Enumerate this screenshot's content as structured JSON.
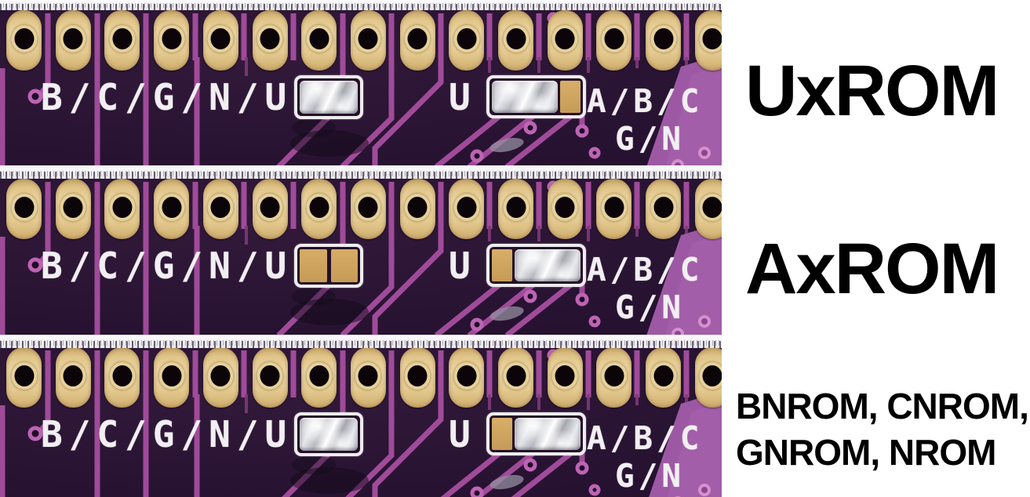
{
  "silkscreen": {
    "left_label": "B/C/G/N/U",
    "u_label": "U",
    "right_label_line1": "A/B/C",
    "right_label_line2": "G/N"
  },
  "rows": [
    {
      "id": "uxrom",
      "label_line1": "UxROM",
      "label_line2": "",
      "jumper1_state": "bridged",
      "jumper2_state": "left"
    },
    {
      "id": "axrom",
      "label_line1": "AxROM",
      "label_line2": "",
      "jumper1_state": "open",
      "jumper2_state": "right"
    },
    {
      "id": "nrom-group",
      "label_line1": "BNROM, CNROM,",
      "label_line2": "GNROM, NROM",
      "jumper1_state": "bridged",
      "jumper2_state": "right"
    }
  ],
  "colors": {
    "background": "#ffffff",
    "label_text": "#000000",
    "soldermask_dark": "#271231",
    "copper_zone_purple": "#9d58a4",
    "trace_magenta": "#a04b99",
    "pad_gold": "#e4ca90",
    "jumper_pad_gold": "#d6ac66",
    "solder_silver": "#e6e7ec",
    "silkscreen_white": "#f2eff2",
    "ruler_band": "#f5f3f6"
  }
}
